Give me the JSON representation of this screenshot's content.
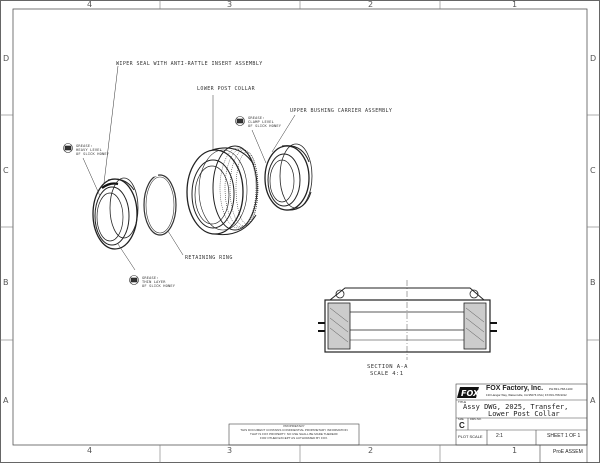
{
  "zones": {
    "top": [
      "4",
      "3",
      "2",
      "1"
    ],
    "bottom": [
      "4",
      "3",
      "2",
      "1"
    ],
    "left": [
      "D",
      "C",
      "B",
      "A"
    ],
    "right": [
      "D",
      "C",
      "B",
      "A"
    ]
  },
  "callouts": {
    "wiper_seal": "WIPER SEAL WITH ANTI-RATTLE INSERT ASSEMBLY",
    "lower_post_collar": "LOWER POST COLLAR",
    "upper_bushing": "UPPER BUSHING CARRIER ASSEMBLY",
    "retaining_ring": "RETAINING RING"
  },
  "grease_notes": {
    "note1": [
      "GREASE:",
      "HEAVY LEVEL",
      "OF SLICK HONEY"
    ],
    "note2": [
      "GREASE:",
      "CLAMP LEVEL",
      "OF SLICK HONEY"
    ],
    "note3": [
      "GREASE:",
      "THIN LAYER",
      "OF SLICK HONEY"
    ]
  },
  "section": {
    "title": "SECTION A-A",
    "scale": "SCALE 4:1"
  },
  "title_block": {
    "company": "FOX Factory, Inc.",
    "phone": "PH:831-768-1100",
    "address": "130 Hangar Way, Watsonville, CA 95076 USA | FX:831-768-9312",
    "title_label": "TITLE",
    "title_line1": "Assy DWG, 2025, Transfer,",
    "title_line2": "Lower Post Collar",
    "size_label": "SIZE",
    "dwg_no_label": "DWG NO.",
    "size": "C",
    "plot_scale_label": "PLOT SCALE",
    "plot_scale": "2:1",
    "sheet": "SHEET 1 OF 1",
    "footer_code": "ProE ASSEM"
  },
  "proprietary": {
    "heading": "PROPRIETARY",
    "lines": [
      "THIS DOCUMENT CONTAINS CONFIDENTIAL PROPRIETARY INFORMATION",
      "THAT IS FOX PROPERTY. NO USE SHALL BE MADE THEREOF",
      "FOR OTHER EXCEPT AS AUTHORIZED BY FOX."
    ]
  }
}
